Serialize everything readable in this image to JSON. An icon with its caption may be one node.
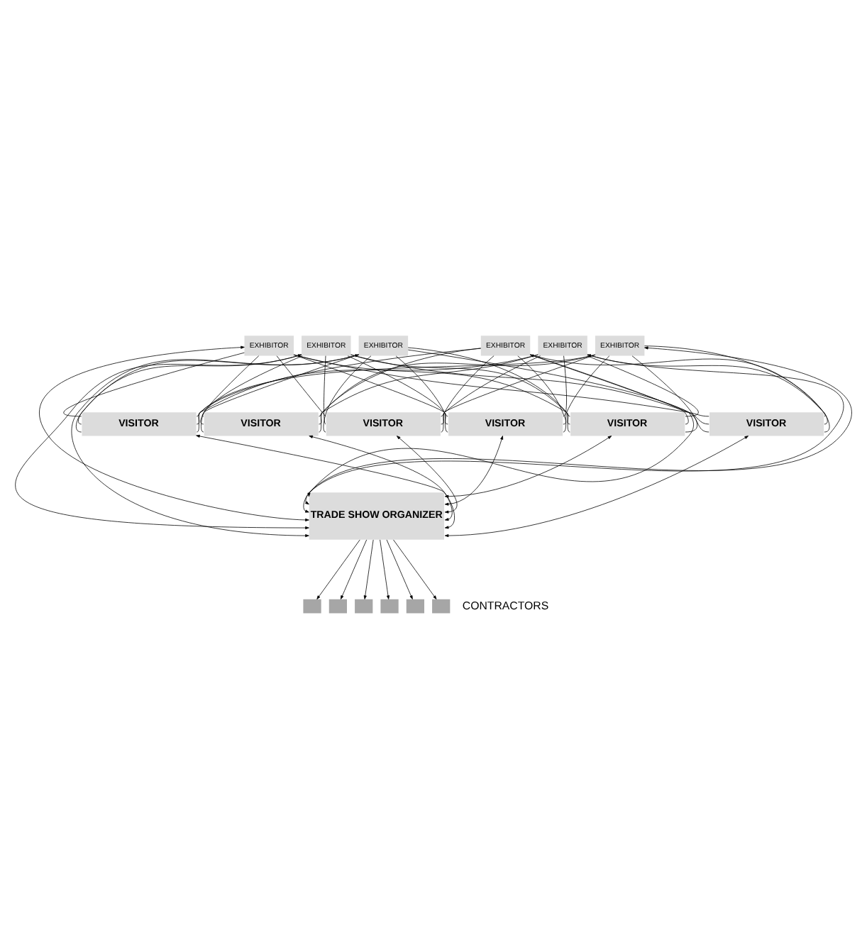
{
  "diagram": {
    "nodes": [
      {
        "text": [
          "EXHIBITOR"
        ]
      },
      {
        "text": [
          "EXHIBITOR"
        ]
      },
      {
        "text": [
          "EXHIBITOR"
        ]
      },
      {
        "text": [
          "EXHIBITOR"
        ]
      },
      {
        "text": [
          "EXHIBITOR"
        ]
      },
      {
        "text": [
          "EXHIBITOR"
        ]
      },
      {
        "text": [
          "VISITOR"
        ]
      },
      {
        "text": [
          "VISITOR"
        ]
      },
      {
        "text": [
          "VISITOR"
        ]
      },
      {
        "text": [
          "VISITOR"
        ]
      },
      {
        "text": [
          "VISITOR"
        ]
      },
      {
        "text": [
          "VISITOR"
        ]
      },
      {
        "text": [
          "TRADE SHOW ORGANIZER"
        ]
      },
      {
        "text": [],
        "shape": "box"
      },
      {
        "text": [],
        "shape": "box"
      },
      {
        "text": [],
        "shape": "box"
      },
      {
        "text": [],
        "shape": "box"
      },
      {
        "text": [],
        "shape": "box"
      },
      {
        "text": [],
        "shape": "box"
      }
    ],
    "labels": [
      "CONTRACTORS"
    ],
    "edges": [
      {
        "from": 0,
        "to": 6,
        "arrow": "none"
      },
      {
        "from": 0,
        "to": 7,
        "arrow": "none"
      },
      {
        "from": 0,
        "to": 8,
        "arrow": "none"
      },
      {
        "from": 0,
        "to": 9,
        "arrow": "none"
      },
      {
        "from": 0,
        "to": 10,
        "arrow": "none"
      },
      {
        "from": 0,
        "to": 11,
        "arrow": "none"
      },
      {
        "from": 1,
        "to": 6,
        "arrow": "none"
      },
      {
        "from": 1,
        "to": 7,
        "arrow": "none"
      },
      {
        "from": 1,
        "to": 8,
        "arrow": "none"
      },
      {
        "from": 1,
        "to": 9,
        "arrow": "none"
      },
      {
        "from": 1,
        "to": 10,
        "arrow": "none"
      },
      {
        "from": 1,
        "to": 11,
        "arrow": "none"
      },
      {
        "from": 2,
        "to": 6,
        "arrow": "none"
      },
      {
        "from": 2,
        "to": 7,
        "arrow": "none"
      },
      {
        "from": 2,
        "to": 8,
        "arrow": "none"
      },
      {
        "from": 2,
        "to": 9,
        "arrow": "none"
      },
      {
        "from": 2,
        "to": 10,
        "arrow": "none"
      },
      {
        "from": 2,
        "to": 11,
        "arrow": "none"
      },
      {
        "from": 3,
        "to": 6,
        "arrow": "none"
      },
      {
        "from": 3,
        "to": 7,
        "arrow": "none"
      },
      {
        "from": 3,
        "to": 8,
        "arrow": "none"
      },
      {
        "from": 3,
        "to": 9,
        "arrow": "none"
      },
      {
        "from": 3,
        "to": 10,
        "arrow": "none"
      },
      {
        "from": 3,
        "to": 11,
        "arrow": "none"
      },
      {
        "from": 4,
        "to": 6,
        "arrow": "none"
      },
      {
        "from": 4,
        "to": 7,
        "arrow": "none"
      },
      {
        "from": 4,
        "to": 8,
        "arrow": "none"
      },
      {
        "from": 4,
        "to": 9,
        "arrow": "none"
      },
      {
        "from": 4,
        "to": 10,
        "arrow": "none"
      },
      {
        "from": 4,
        "to": 11,
        "arrow": "none"
      },
      {
        "from": 5,
        "to": 6,
        "arrow": "none"
      },
      {
        "from": 5,
        "to": 7,
        "arrow": "none"
      },
      {
        "from": 5,
        "to": 8,
        "arrow": "none"
      },
      {
        "from": 5,
        "to": 9,
        "arrow": "none"
      },
      {
        "from": 5,
        "to": 10,
        "arrow": "none"
      },
      {
        "from": 5,
        "to": 11,
        "arrow": "none"
      },
      {
        "from": 0,
        "to": 12,
        "arrow": "both"
      },
      {
        "from": 1,
        "to": 12,
        "arrow": "both"
      },
      {
        "from": 2,
        "to": 12,
        "arrow": "both"
      },
      {
        "from": 3,
        "to": 12,
        "arrow": "both"
      },
      {
        "from": 4,
        "to": 12,
        "arrow": "both"
      },
      {
        "from": 5,
        "to": 12,
        "arrow": "both"
      },
      {
        "from": 6,
        "to": 12,
        "arrow": "both"
      },
      {
        "from": 7,
        "to": 12,
        "arrow": "both"
      },
      {
        "from": 8,
        "to": 12,
        "arrow": "both"
      },
      {
        "from": 9,
        "to": 12,
        "arrow": "both"
      },
      {
        "from": 10,
        "to": 12,
        "arrow": "both"
      },
      {
        "from": 11,
        "to": 12,
        "arrow": "both"
      },
      {
        "from": 12,
        "to": 13,
        "arrow": "to"
      },
      {
        "from": 12,
        "to": 14,
        "arrow": "to"
      },
      {
        "from": 12,
        "to": 15,
        "arrow": "to"
      },
      {
        "from": 12,
        "to": 16,
        "arrow": "to"
      },
      {
        "from": 12,
        "to": 17,
        "arrow": "to"
      },
      {
        "from": 12,
        "to": 18,
        "arrow": "to"
      }
    ]
  }
}
